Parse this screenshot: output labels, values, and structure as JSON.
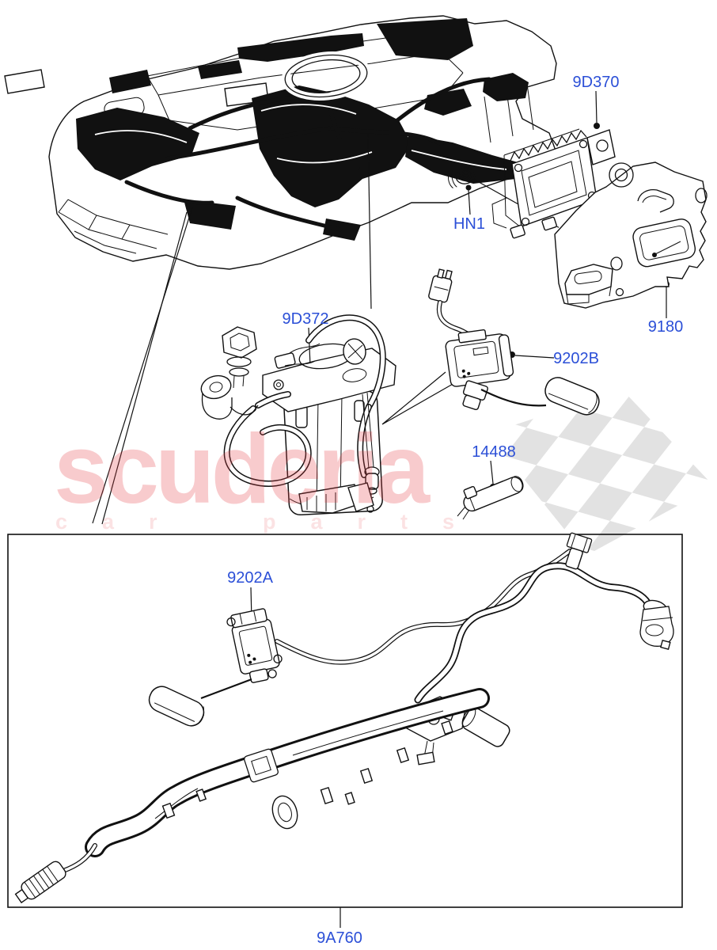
{
  "page": {
    "background": "#ffffff",
    "label_color": "#2b4fd7",
    "line_color": "#111111"
  },
  "watermark": {
    "brand_text": "scuderia",
    "tagline_text": "car parts",
    "brand_color": "#e53e46",
    "checker_color": "#e2e2e2"
  },
  "part_labels": [
    {
      "id": "9D370"
    },
    {
      "id": "HN1"
    },
    {
      "id": "9180"
    },
    {
      "id": "9D372"
    },
    {
      "id": "9202B"
    },
    {
      "id": "14488"
    },
    {
      "id": "9202A"
    },
    {
      "id": "9A760"
    }
  ]
}
